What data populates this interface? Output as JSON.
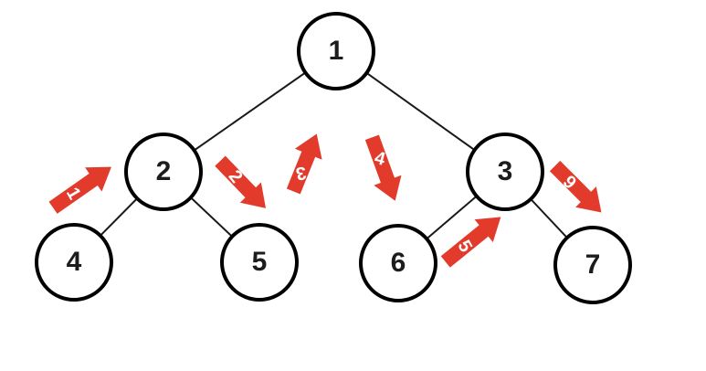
{
  "diagram": {
    "type": "binary-tree-traversal",
    "nodes": [
      {
        "id": "1",
        "label": "1"
      },
      {
        "id": "2",
        "label": "2"
      },
      {
        "id": "3",
        "label": "3"
      },
      {
        "id": "4",
        "label": "4"
      },
      {
        "id": "5",
        "label": "5"
      },
      {
        "id": "6",
        "label": "6"
      },
      {
        "id": "7",
        "label": "7"
      }
    ],
    "edges": [
      {
        "from": "1",
        "to": "2"
      },
      {
        "from": "1",
        "to": "3"
      },
      {
        "from": "2",
        "to": "4"
      },
      {
        "from": "2",
        "to": "5"
      },
      {
        "from": "3",
        "to": "6"
      },
      {
        "from": "3",
        "to": "7"
      }
    ],
    "arrows": [
      {
        "label": "1",
        "between": "4-2",
        "direction": "up-right"
      },
      {
        "label": "2",
        "between": "2-5",
        "direction": "down-right"
      },
      {
        "label": "3",
        "between": "5-1",
        "direction": "up"
      },
      {
        "label": "4",
        "between": "1-6",
        "direction": "down"
      },
      {
        "label": "5",
        "between": "6-3",
        "direction": "up-right"
      },
      {
        "label": "6",
        "between": "3-7",
        "direction": "down-right"
      }
    ],
    "colors": {
      "arrow": "#e23a2b",
      "edge": "#1a1a1a",
      "node_border": "#000000",
      "node_fill": "#ffffff",
      "node_text": "#1c1c1c",
      "arrow_text": "#ffffff"
    }
  }
}
